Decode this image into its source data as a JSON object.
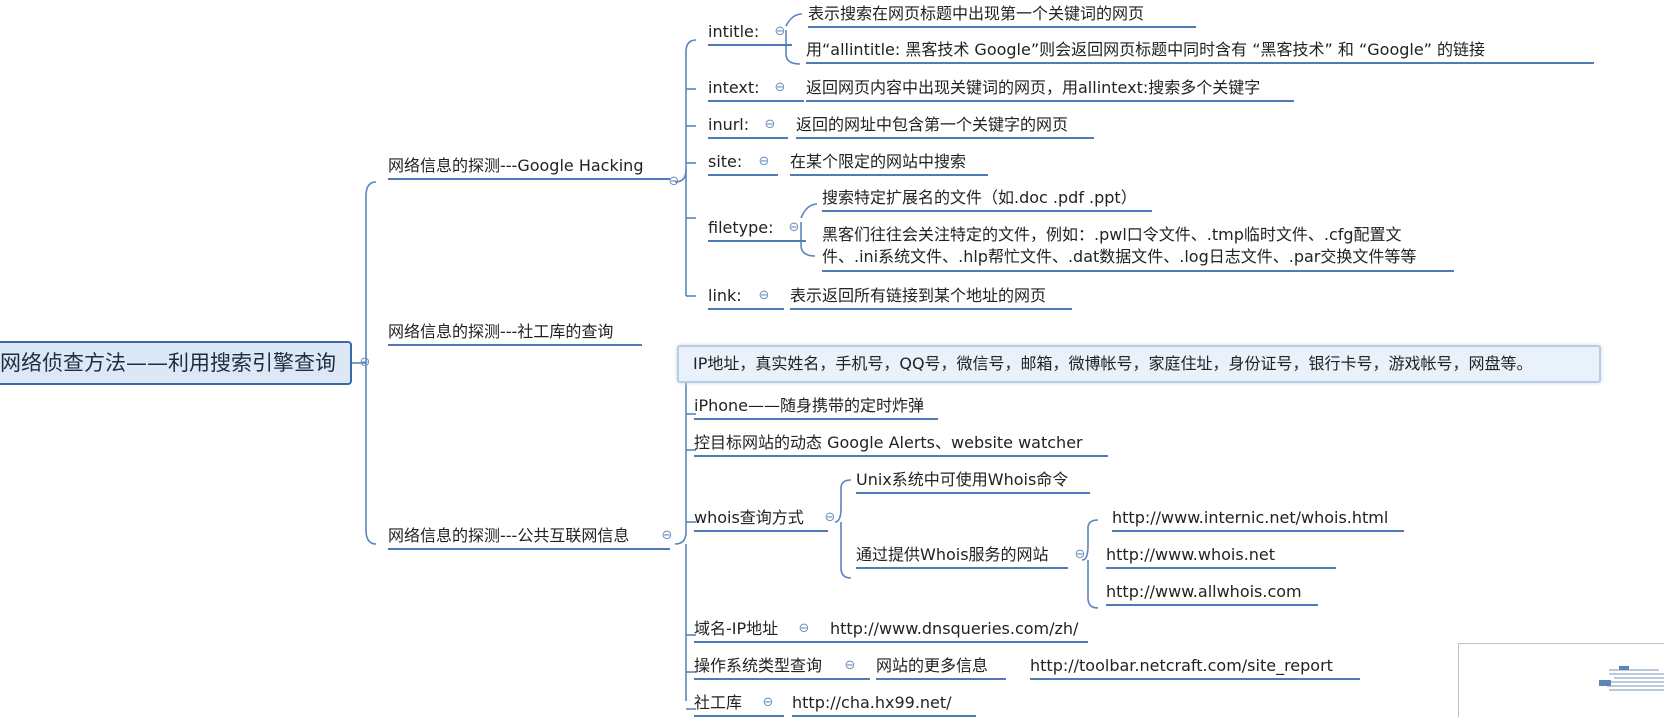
{
  "root": "网络侦查方法——利用搜索引擎查询",
  "branches": {
    "google": "网络信息的探测---Google Hacking",
    "social": "网络信息的探测---社工库的查询",
    "public": "网络信息的探测---公共互联网信息"
  },
  "google": {
    "intitle": {
      "label": "intitle:",
      "c1": "表示搜索在网页标题中出现第一个关键词的网页",
      "c2": "用“allintitle: 黑客技术 Google”则会返回网页标题中同时含有 “黑客技术” 和 “Google” 的链接"
    },
    "intext": {
      "label": "intext:",
      "c1": "返回网页内容中出现关键词的网页，用allintext:搜索多个关键字"
    },
    "inurl": {
      "label": "inurl:",
      "c1": "返回的网址中包含第一个关键字的网页"
    },
    "site": {
      "label": "site:",
      "c1": "在某个限定的网站中搜索"
    },
    "filetype": {
      "label": "filetype:",
      "c1": "搜索特定扩展名的文件（如.doc .pdf .ppt）",
      "c2": "黑客们往往会关注特定的文件，例如：.pwl口令文件、.tmp临时文件、.cfg配置文件、.ini系统文件、.hlp帮忙文件、.dat数据文件、.log日志文件、.par交换文件等等"
    },
    "link": {
      "label": "link:",
      "c1": "表示返回所有链接到某个地址的网页"
    }
  },
  "public": {
    "highlight": "IP地址，真实姓名，手机号，QQ号，微信号，邮箱，微博帐号，家庭住址，身份证号，银行卡号，游戏帐号，网盘等。",
    "iphone": "iPhone——随身携带的定时炸弹",
    "monitor": "控目标网站的动态 Google Alerts、website watcher",
    "whois": {
      "label": "whois查询方式",
      "unix": "Unix系统中可使用Whois命令",
      "sites_label": "通过提供Whois服务的网站",
      "sites": [
        "http://www.internic.net/whois.html",
        "http://www.whois.net",
        "http://www.allwhois.com"
      ]
    },
    "domain": {
      "label": "域名-IP地址",
      "value": "http://www.dnsqueries.com/zh/"
    },
    "os": {
      "label": "操作系统类型查询",
      "c1": "网站的更多信息",
      "c2": "http://toolbar.netcraft.com/site_report"
    },
    "sgk": {
      "label": "社工库",
      "value": "http://cha.hx99.net/"
    }
  },
  "icons": {
    "collapse": "⊖"
  },
  "colors": {
    "line": "#4f7bb8",
    "root_border": "#3a68a8",
    "root_fill": "#dde8f6",
    "highlight_fill": "#e9f1fa"
  }
}
